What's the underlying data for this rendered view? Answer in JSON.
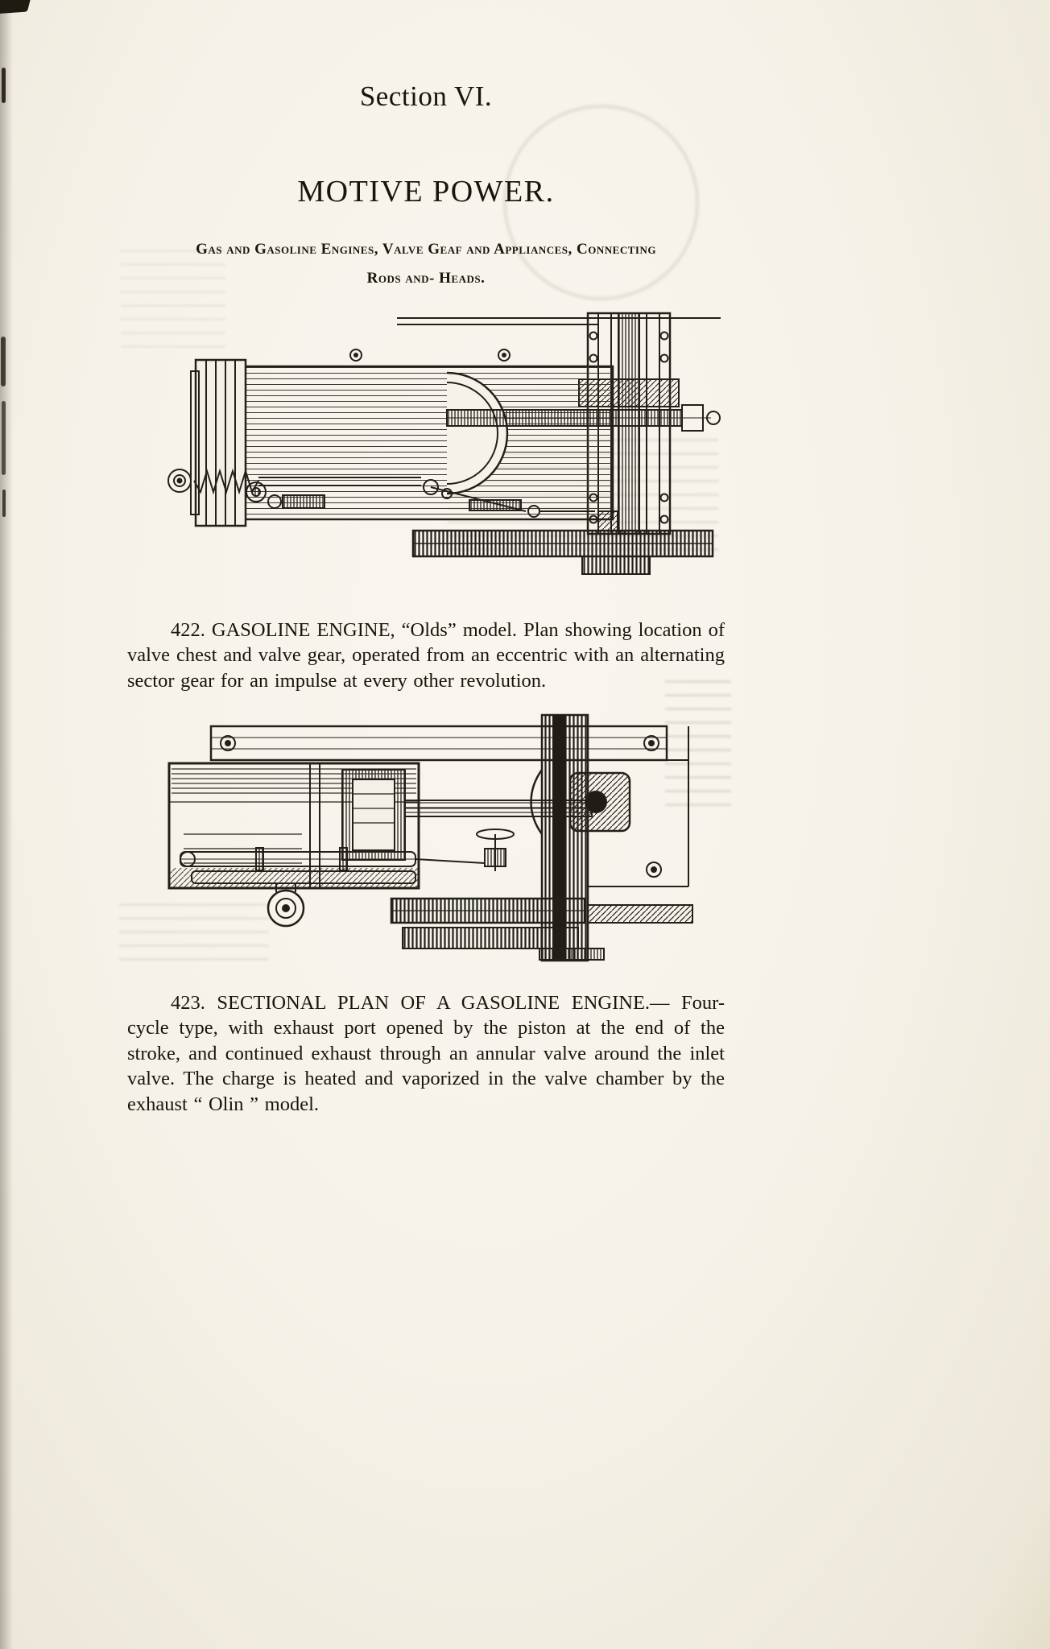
{
  "page": {
    "section_heading": "Section VI.",
    "title": "MOTIVE POWER.",
    "subtitle": {
      "line1": "Gas and Gasoline Engines, Valve Geaf and Appliances, Connecting",
      "line2": "Rods and- Heads."
    },
    "figures": [
      {
        "number": "422.",
        "caption": "422.  GASOLINE ENGINE, “Olds” model. Plan showing location of valve chest and valve gear, operated from an eccentric with an alternating sector gear for an impulse at every other revolution."
      },
      {
        "number": "423.",
        "caption": "423.  SECTIONAL PLAN OF A GASOLINE ENGINE.— Four-cycle type, with exhaust port opened by the piston at the end of the stroke, and continued exhaust through an annular valve around the inlet valve. The charge is heated and vaporized in the valve chamber by the exhaust “ Olin ” model."
      }
    ],
    "colors": {
      "paper": "#f5f2e9",
      "ink": "#1b140b"
    }
  }
}
